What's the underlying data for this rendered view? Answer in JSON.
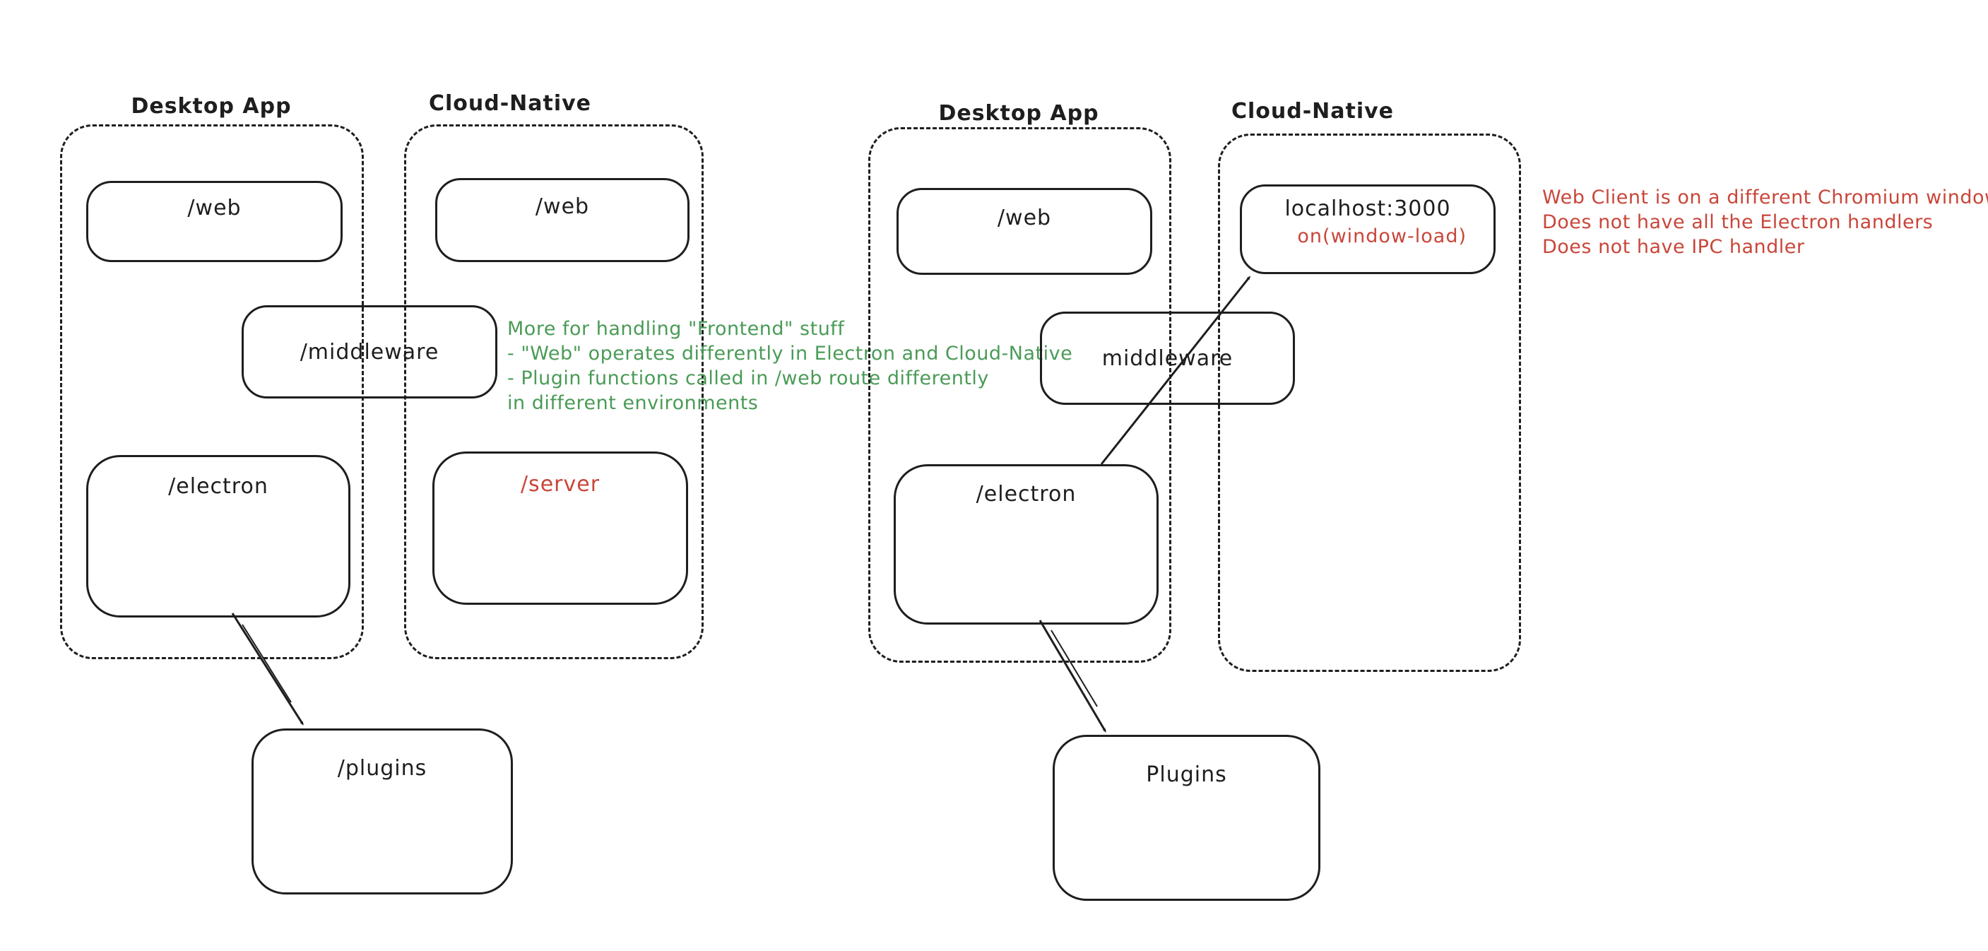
{
  "colors": {
    "ink": "#1e1e1e",
    "red": "#c9463a",
    "green": "#4a9b57",
    "background": "#ffffff"
  },
  "left": {
    "desktop_label": "Desktop App",
    "cloud_label": "Cloud-Native",
    "desktop_web": "/web",
    "cloud_web": "/web",
    "middleware": "/middleware",
    "electron": "/electron",
    "server": "/server",
    "plugins": "/plugins",
    "note_green": [
      "More for handling \"Frontend\" stuff",
      "- \"Web\" operates differently in Electron and Cloud-Native",
      "- Plugin functions called in /web route differently",
      "in different environments"
    ]
  },
  "right": {
    "desktop_label": "Desktop App",
    "cloud_label": "Cloud-Native",
    "web": "/web",
    "localhost": "localhost:3000",
    "localhost_event": "on(window-load)",
    "middleware": "middleware",
    "electron": "/electron",
    "plugins": "Plugins",
    "note_red": [
      "Web Client is on a different Chromium window",
      "Does not have all the Electron handlers",
      "Does not have IPC handler"
    ]
  }
}
